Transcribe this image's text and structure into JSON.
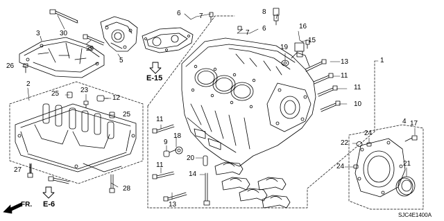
{
  "diagram": {
    "part_numbers": [
      "1",
      "2",
      "3",
      "4",
      "5",
      "6",
      "7",
      "8",
      "9",
      "10",
      "11",
      "12",
      "13",
      "14",
      "15",
      "16",
      "17",
      "18",
      "19",
      "20",
      "21",
      "22",
      "23",
      "24",
      "25",
      "26",
      "27",
      "28",
      "29",
      "30"
    ],
    "callouts": [
      {
        "id": "c30",
        "text": "30"
      },
      {
        "id": "c3",
        "text": "3"
      },
      {
        "id": "c29",
        "text": "29"
      },
      {
        "id": "c26",
        "text": "26"
      },
      {
        "id": "c5",
        "text": "5"
      },
      {
        "id": "c6a",
        "text": "6"
      },
      {
        "id": "c7a",
        "text": "7"
      },
      {
        "id": "c8",
        "text": "8"
      },
      {
        "id": "c7b",
        "text": "7"
      },
      {
        "id": "c6b",
        "text": "6"
      },
      {
        "id": "c16",
        "text": "16"
      },
      {
        "id": "c15",
        "text": "15"
      },
      {
        "id": "c19",
        "text": "19"
      },
      {
        "id": "c13a",
        "text": "13"
      },
      {
        "id": "c1",
        "text": "1"
      },
      {
        "id": "c11a",
        "text": "11"
      },
      {
        "id": "c11b",
        "text": "11"
      },
      {
        "id": "c10",
        "text": "10"
      },
      {
        "id": "c2",
        "text": "2"
      },
      {
        "id": "c25a",
        "text": "25"
      },
      {
        "id": "c23",
        "text": "23"
      },
      {
        "id": "c12",
        "text": "12"
      },
      {
        "id": "c25b",
        "text": "25"
      },
      {
        "id": "c27",
        "text": "27"
      },
      {
        "id": "c28",
        "text": "28"
      },
      {
        "id": "c11c",
        "text": "11"
      },
      {
        "id": "c18",
        "text": "18"
      },
      {
        "id": "c9",
        "text": "9"
      },
      {
        "id": "c20",
        "text": "20"
      },
      {
        "id": "c11d",
        "text": "11"
      },
      {
        "id": "c14",
        "text": "14"
      },
      {
        "id": "c13b",
        "text": "13"
      },
      {
        "id": "c4",
        "text": "4"
      },
      {
        "id": "c17",
        "text": "17"
      },
      {
        "id": "c22",
        "text": "22"
      },
      {
        "id": "c24a",
        "text": "24"
      },
      {
        "id": "c24b",
        "text": "24"
      },
      {
        "id": "c21",
        "text": "21"
      }
    ],
    "references": [
      {
        "id": "r_e15",
        "text": "E-15"
      },
      {
        "id": "r_e6",
        "text": "E-6"
      },
      {
        "id": "r_fr",
        "text": "FR."
      }
    ],
    "diagram_code": "SJC4E1400A",
    "colors": {
      "line": "#000000",
      "background": "#ffffff"
    }
  }
}
